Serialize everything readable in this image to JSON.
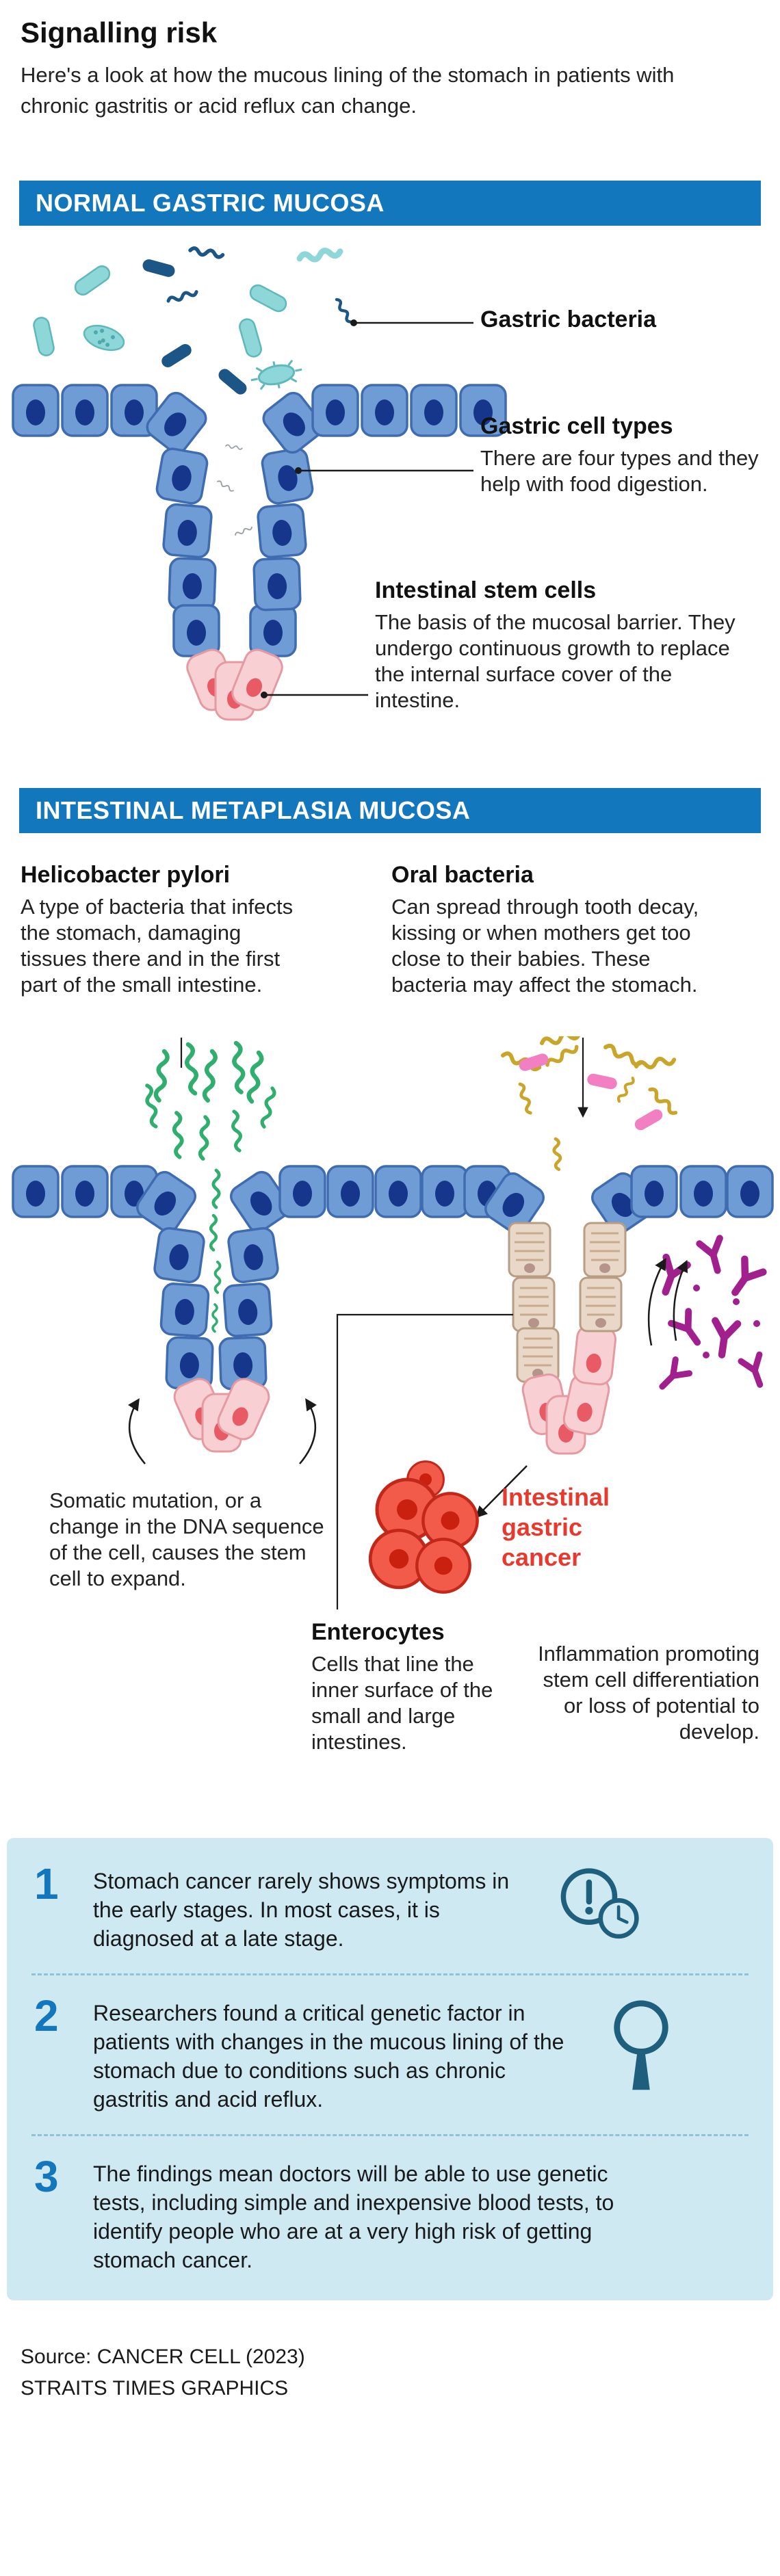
{
  "palette": {
    "banner_blue": "#1377bd",
    "cell_blue": "#6f9cd4",
    "nucleus_navy": "#16368c",
    "stem_pink": "#f8cfd2",
    "enterocyte_beige": "#e9d8c8",
    "hpylori_green": "#2fae6e",
    "oral_yellow": "#c9a62a",
    "oral_pink": "#f27fc1",
    "antibody_purple": "#a1208e",
    "cancer_red": "#e8392f",
    "panel_bg": "#cfe9f3",
    "icon_teal": "#1d5f7c"
  },
  "header": {
    "title": "Signalling risk",
    "subtitle": "Here's a look at how the mucous lining of the stomach in patients with chronic gastritis or acid reflux can change."
  },
  "normal_section": {
    "banner": "NORMAL GASTRIC MUCOSA",
    "labels": {
      "gastric_bacteria": {
        "title": "Gastric bacteria"
      },
      "gastric_cell_types": {
        "title": "Gastric cell types",
        "body": "There are four types and they help with food digestion."
      },
      "intestinal_stem_cells": {
        "title": "Intestinal stem cells",
        "body": "The basis of the mucosal barrier. They undergo continuous growth to replace the internal surface cover of the intestine."
      }
    }
  },
  "metaplasia_section": {
    "banner": "INTESTINAL METAPLASIA MUCOSA",
    "helicobacter": {
      "title": "Helicobacter pylori",
      "body": "A type of bacteria that infects the stomach, damaging tissues there and in the first part of the small intestine."
    },
    "oral_bacteria": {
      "title": "Oral bacteria",
      "body": "Can spread through tooth decay, kissing or when mothers get too close to their babies. These bacteria may affect the stomach."
    },
    "somatic_mutation": "Somatic mutation, or a change in the DNA sequence of the cell, causes the stem cell to expand.",
    "cancer_label": "Intestinal gastric cancer",
    "enterocytes": {
      "title": "Enterocytes",
      "body": "Cells that line the inner surface of the small and large intestines."
    },
    "inflammation": "Inflammation promoting stem cell differentiation or loss of potential to develop."
  },
  "key_points": {
    "items": [
      {
        "number": "1",
        "text": "Stomach cancer rarely shows symptoms in the early stages. In most cases, it is diagnosed at a late stage.",
        "icon": "alert-clock-icon"
      },
      {
        "number": "2",
        "text": "Researchers found a critical genetic factor in patients with changes in the mucous lining of the stomach due to conditions such as chronic gastritis and acid reflux.",
        "icon": "magnifier-icon"
      },
      {
        "number": "3",
        "text": "The findings mean doctors will be able to use genetic tests, including simple and inexpensive blood tests, to identify people who are at a very high risk of getting stomach cancer.",
        "icon": ""
      }
    ]
  },
  "footer": {
    "source": "Source: CANCER CELL (2023)",
    "credit": "STRAITS TIMES GRAPHICS"
  }
}
